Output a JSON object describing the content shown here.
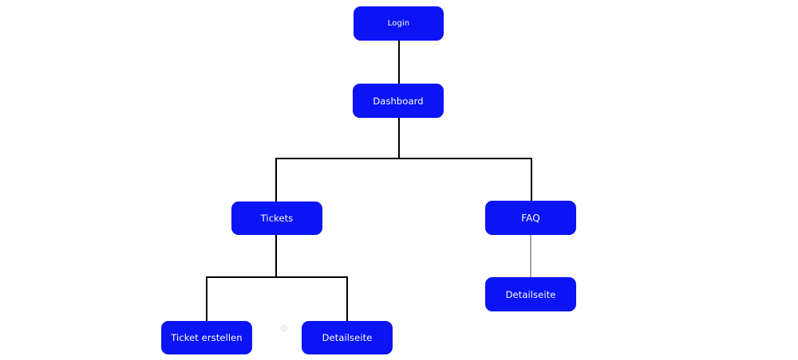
{
  "diagram": {
    "nodes": {
      "login": "Login",
      "dashboard": "Dashboard",
      "tickets": "Tickets",
      "faq": "FAQ",
      "ticket_create": "Ticket erstellen",
      "ticket_detail": "Detailseite",
      "faq_detail": "Detailseite"
    },
    "edges": [
      [
        "login",
        "dashboard"
      ],
      [
        "dashboard",
        "tickets"
      ],
      [
        "dashboard",
        "faq"
      ],
      [
        "tickets",
        "ticket_create"
      ],
      [
        "tickets",
        "ticket_detail"
      ],
      [
        "faq",
        "faq_detail"
      ]
    ],
    "colors": {
      "node_fill": "#0a14f5",
      "node_text": "#ffffff",
      "connector": "#000000",
      "connector_light": "#444444"
    }
  }
}
